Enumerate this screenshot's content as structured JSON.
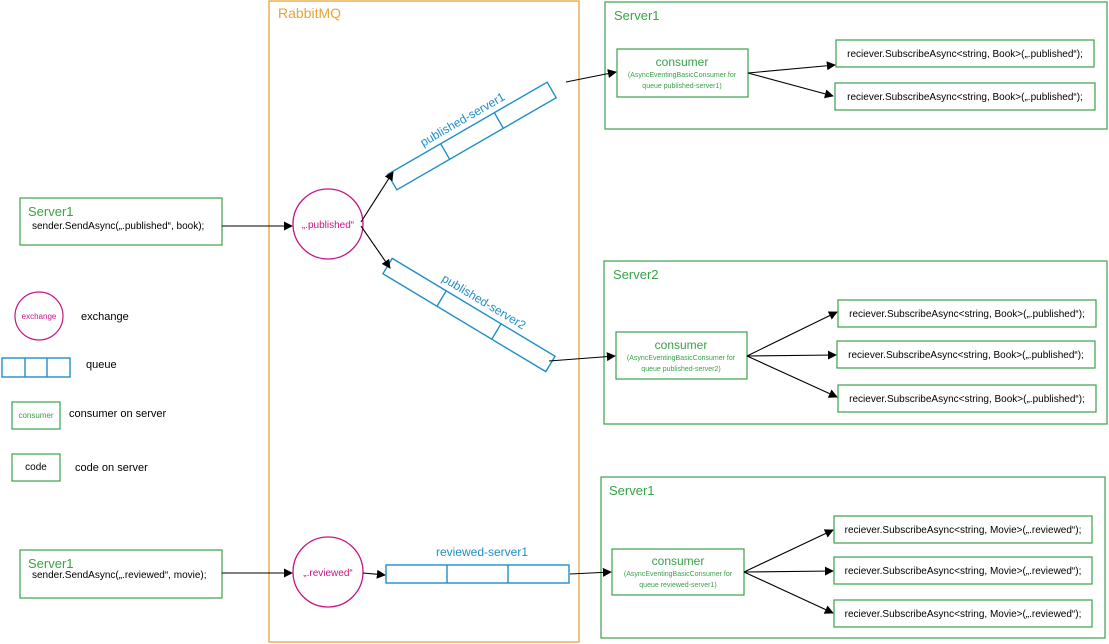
{
  "colors": {
    "rabbitmq": "#E8A33A",
    "server": "#3AA14A",
    "queue": "#1F8EC8",
    "exchange": "#C71585",
    "arrow": "#000000"
  },
  "rabbitmq": {
    "title": "RabbitMQ"
  },
  "senders": [
    {
      "server": "Server1",
      "code": "sender.SendAsync(„.published“, book);"
    },
    {
      "server": "Server1",
      "code": "sender.SendAsync(„.reviewed“, movie);"
    }
  ],
  "exchanges": [
    {
      "name": "„.published“"
    },
    {
      "name": "„.reviewed“"
    }
  ],
  "queues": [
    {
      "name": "published-server1"
    },
    {
      "name": "published-server2"
    },
    {
      "name": "reviewed-server1"
    }
  ],
  "servers": [
    {
      "title": "Server1",
      "consumer": {
        "title": "consumer",
        "desc1": "(AsyncEventingBasicConsumer for",
        "desc2": "queue published-server1)"
      },
      "handlers": [
        "reciever.SubscribeAsync<string, Book>(„.published“);",
        "reciever.SubscribeAsync<string, Book>(„.published“);"
      ]
    },
    {
      "title": "Server2",
      "consumer": {
        "title": "consumer",
        "desc1": "(AsyncEventingBasicConsumer for",
        "desc2": "queue published-server2)"
      },
      "handlers": [
        "reciever.SubscribeAsync<string, Book>(„.published“);",
        "reciever.SubscribeAsync<string, Book>(„.published“);",
        "reciever.SubscribeAsync<string, Book>(„.published“);"
      ]
    },
    {
      "title": "Server1",
      "consumer": {
        "title": "consumer",
        "desc1": "(AsyncEventingBasicConsumer for",
        "desc2": "queue reviewed-server1)"
      },
      "handlers": [
        "reciever.SubscribeAsync<string, Movie>(„.reviewed“);",
        "reciever.SubscribeAsync<string, Movie>(„.reviewed“);",
        "reciever.SubscribeAsync<string, Movie>(„.reviewed“);"
      ]
    }
  ],
  "legend": {
    "exchange_symbol": "exchange",
    "exchange_label": "exchange",
    "queue_label": "queue",
    "consumer_symbol": "consumer",
    "consumer_label": "consumer on server",
    "code_symbol": "code",
    "code_label": "code on server"
  }
}
